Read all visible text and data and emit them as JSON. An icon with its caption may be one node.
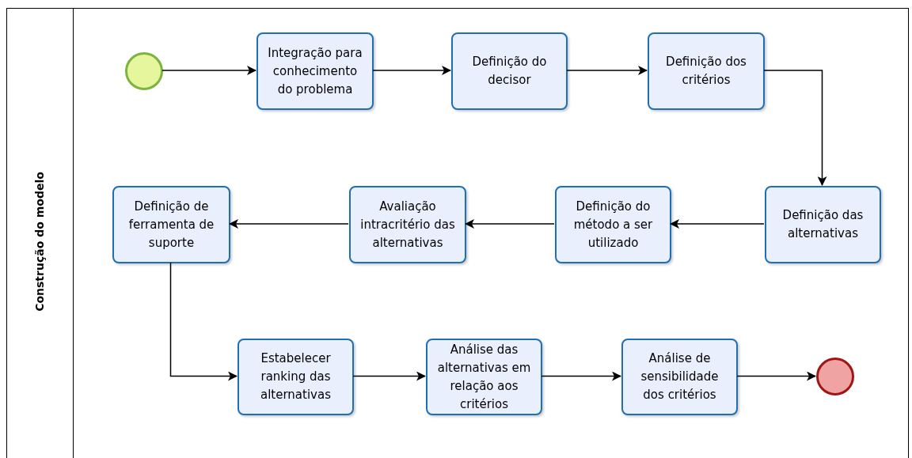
{
  "diagram": {
    "nodes": [
      {
        "text": [
          "Construção do modelo"
        ]
      },
      {
        "text": [],
        "shape": "circle",
        "in": 0
      },
      {
        "text": [
          "Integração para conhecimento do problema"
        ],
        "in": 0
      },
      {
        "text": [
          "Definição do decisor"
        ],
        "in": 0
      },
      {
        "text": [
          "Definição dos critérios"
        ],
        "in": 0
      },
      {
        "text": [
          "Definição das alternativas"
        ],
        "in": 0
      },
      {
        "text": [
          "Definição do método a ser utilizado"
        ],
        "in": 0
      },
      {
        "text": [
          "Avaliação intracritério das alternativas"
        ],
        "in": 0
      },
      {
        "text": [
          "Definição de ferramenta de suporte"
        ],
        "in": 0
      },
      {
        "text": [
          "Estabelecer ranking das alternativas"
        ],
        "in": 0
      },
      {
        "text": [
          "Análise das alternativas em relação aos critérios"
        ],
        "in": 0
      },
      {
        "text": [
          "Análise de sensibilidade dos critérios"
        ],
        "in": 0
      },
      {
        "text": [],
        "shape": "circle",
        "in": 0
      }
    ],
    "edges": [
      {
        "from": 1,
        "to": 2,
        "arrow": "to"
      },
      {
        "from": 2,
        "to": 3,
        "arrow": "to"
      },
      {
        "from": 3,
        "to": 4,
        "arrow": "to"
      },
      {
        "from": 4,
        "to": 5,
        "arrow": "to"
      },
      {
        "from": 5,
        "to": 6,
        "arrow": "to"
      },
      {
        "from": 6,
        "to": 7,
        "arrow": "to"
      },
      {
        "from": 7,
        "to": 8,
        "arrow": "to"
      },
      {
        "from": 8,
        "to": 9,
        "arrow": "to"
      },
      {
        "from": 9,
        "to": 10,
        "arrow": "to"
      },
      {
        "from": 10,
        "to": 11,
        "arrow": "to"
      },
      {
        "from": 11,
        "to": 12,
        "arrow": "to"
      }
    ]
  }
}
